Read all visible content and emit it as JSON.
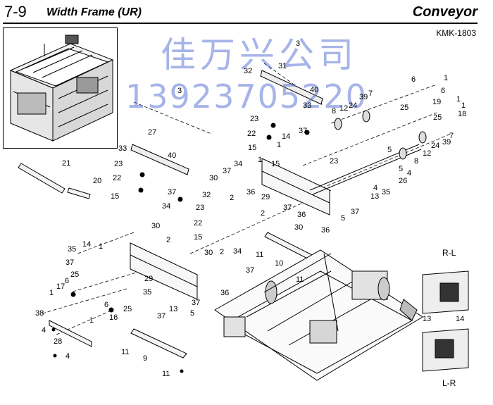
{
  "header": {
    "section_number": "7-9",
    "title": "Width Frame (UR)",
    "section_name": "Conveyor",
    "doc_id": "KMK-1803"
  },
  "watermark": {
    "company": "佳万兴公司",
    "phone": "13923705220"
  },
  "orientation": {
    "top_label": "R-L",
    "bottom_label": "L-R"
  },
  "callouts": [
    {
      "id": "c1",
      "text": "3"
    },
    {
      "id": "c2",
      "text": "32"
    },
    {
      "id": "c3",
      "text": "31"
    },
    {
      "id": "c4",
      "text": "40"
    },
    {
      "id": "c5",
      "text": "33"
    },
    {
      "id": "c6",
      "text": "8"
    },
    {
      "id": "c7",
      "text": "12"
    },
    {
      "id": "c8",
      "text": "24"
    },
    {
      "id": "c9",
      "text": "39"
    },
    {
      "id": "c10",
      "text": "7"
    },
    {
      "id": "c11",
      "text": "6"
    },
    {
      "id": "c12",
      "text": "1"
    },
    {
      "id": "c13",
      "text": "6"
    },
    {
      "id": "c14",
      "text": "1"
    },
    {
      "id": "c15",
      "text": "19"
    },
    {
      "id": "c16",
      "text": "25"
    },
    {
      "id": "c17",
      "text": "18"
    },
    {
      "id": "c18",
      "text": "1"
    },
    {
      "id": "c19",
      "text": "25"
    },
    {
      "id": "c20",
      "text": "3"
    },
    {
      "id": "c21",
      "text": "27"
    },
    {
      "id": "c22",
      "text": "23"
    },
    {
      "id": "c23",
      "text": "22"
    },
    {
      "id": "c24",
      "text": "14"
    },
    {
      "id": "c25",
      "text": "37"
    },
    {
      "id": "c26",
      "text": "1"
    },
    {
      "id": "c27",
      "text": "15"
    },
    {
      "id": "c28",
      "text": "23"
    },
    {
      "id": "c29",
      "text": "7"
    },
    {
      "id": "c30",
      "text": "24"
    },
    {
      "id": "c31",
      "text": "39"
    },
    {
      "id": "c32",
      "text": "12"
    },
    {
      "id": "c33",
      "text": "5"
    },
    {
      "id": "c34",
      "text": "8"
    },
    {
      "id": "c35",
      "text": "33"
    },
    {
      "id": "c36",
      "text": "40"
    },
    {
      "id": "c37",
      "text": "21"
    },
    {
      "id": "c38",
      "text": "23"
    },
    {
      "id": "c39",
      "text": "34"
    },
    {
      "id": "c40",
      "text": "1"
    },
    {
      "id": "c41",
      "text": "15"
    },
    {
      "id": "c42",
      "text": "4"
    },
    {
      "id": "c43",
      "text": "5"
    },
    {
      "id": "c44",
      "text": "22"
    },
    {
      "id": "c45",
      "text": "37"
    },
    {
      "id": "c46",
      "text": "4"
    },
    {
      "id": "c47",
      "text": "26"
    },
    {
      "id": "c48",
      "text": "20"
    },
    {
      "id": "c49",
      "text": "32"
    },
    {
      "id": "c50",
      "text": "30"
    },
    {
      "id": "c51",
      "text": "36"
    },
    {
      "id": "c52",
      "text": "29"
    },
    {
      "id": "c53",
      "text": "35"
    },
    {
      "id": "c54",
      "text": "13"
    },
    {
      "id": "c55",
      "text": "15"
    },
    {
      "id": "c56",
      "text": "37"
    },
    {
      "id": "c57",
      "text": "23"
    },
    {
      "id": "c58",
      "text": "2"
    },
    {
      "id": "c59",
      "text": "2"
    },
    {
      "id": "c60",
      "text": "37"
    },
    {
      "id": "c61",
      "text": "34"
    },
    {
      "id": "c62",
      "text": "5"
    },
    {
      "id": "c63",
      "text": "37"
    },
    {
      "id": "c64",
      "text": "22"
    },
    {
      "id": "c65",
      "text": "36"
    },
    {
      "id": "c66",
      "text": "30"
    },
    {
      "id": "c67",
      "text": "36"
    },
    {
      "id": "c68",
      "text": "15"
    },
    {
      "id": "c69",
      "text": "30"
    },
    {
      "id": "c70",
      "text": "2"
    },
    {
      "id": "c71",
      "text": "14"
    },
    {
      "id": "c72",
      "text": "1"
    },
    {
      "id": "c73",
      "text": "35"
    },
    {
      "id": "c74",
      "text": "37"
    },
    {
      "id": "c75",
      "text": "11"
    },
    {
      "id": "c76",
      "text": "10"
    },
    {
      "id": "c77",
      "text": "30"
    },
    {
      "id": "c78",
      "text": "2"
    },
    {
      "id": "c79",
      "text": "34"
    },
    {
      "id": "c80",
      "text": "37"
    },
    {
      "id": "c81",
      "text": "29"
    },
    {
      "id": "c82",
      "text": "25"
    },
    {
      "id": "c83",
      "text": "6"
    },
    {
      "id": "c84",
      "text": "17"
    },
    {
      "id": "c85",
      "text": "1"
    },
    {
      "id": "c86",
      "text": "35"
    },
    {
      "id": "c87",
      "text": "11"
    },
    {
      "id": "c88",
      "text": "36"
    },
    {
      "id": "c89",
      "text": "37"
    },
    {
      "id": "c90",
      "text": "37"
    },
    {
      "id": "c91",
      "text": "13"
    },
    {
      "id": "c92",
      "text": "5"
    },
    {
      "id": "c93",
      "text": "6"
    },
    {
      "id": "c94",
      "text": "25"
    },
    {
      "id": "c95",
      "text": "38"
    },
    {
      "id": "c96",
      "text": "16"
    },
    {
      "id": "c97",
      "text": "1"
    },
    {
      "id": "c98",
      "text": "4"
    },
    {
      "id": "c99",
      "text": "28"
    },
    {
      "id": "c100",
      "text": "4"
    },
    {
      "id": "c101",
      "text": "11"
    },
    {
      "id": "c102",
      "text": "9"
    },
    {
      "id": "c103",
      "text": "11"
    },
    {
      "id": "c104",
      "text": "13"
    },
    {
      "id": "c105",
      "text": "14"
    }
  ]
}
